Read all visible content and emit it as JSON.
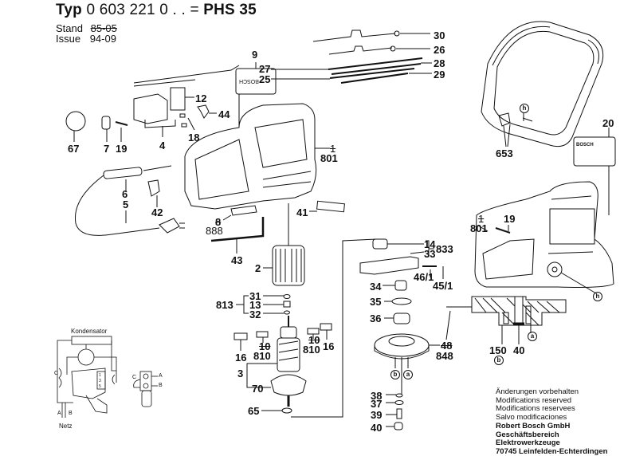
{
  "header": {
    "typ_label": "Typ",
    "typ_number_bold": "0 603 221",
    "typ_suffix": "0 . .",
    "equals": "=",
    "model": "PHS 35",
    "stand_label": "Stand",
    "stand_value": "85-05",
    "issue_label": "Issue",
    "issue_value": "94-09"
  },
  "parts": {
    "p30": "30",
    "p26": "26",
    "p27": "27",
    "p28": "28",
    "p25": "25",
    "p29": "29",
    "p9": "9",
    "p12": "12",
    "p44": "44",
    "p18": "18",
    "p4": "4",
    "p67": "67",
    "p7": "7",
    "p19": "19",
    "p801": "801",
    "p1x": "1",
    "p6": "6",
    "p42": "42",
    "p5": "5",
    "p8x": "8",
    "p888": "888",
    "p41": "41",
    "p43": "43",
    "p2": "2",
    "p31": "31",
    "p13": "13",
    "p32": "32",
    "p813": "813",
    "p16a": "16",
    "p10a": "10",
    "p810a": "810",
    "p10b": "10",
    "p810b": "810",
    "p16b": "16",
    "p3": "3",
    "p70": "70",
    "p65": "65",
    "p14": "14",
    "p33": "33",
    "p833": "833",
    "p46_1": "46/1",
    "p45_1": "45/1",
    "p34": "34",
    "p35": "35",
    "p36": "36",
    "p48x": "48",
    "p848": "848",
    "p38": "38",
    "p37": "37",
    "p39": "39",
    "p40": "40",
    "p653": "653",
    "p20": "20",
    "p19r": "19",
    "p1xr": "1",
    "p801r": "801",
    "p150": "150",
    "p40r": "40"
  },
  "markers": {
    "a": "a",
    "b": "b",
    "h": "h"
  },
  "plate_text": {
    "bosch_left": "BOSCH",
    "bosch_right": "BOSCH"
  },
  "schematic": {
    "capacitor_label": "Kondensator",
    "mains_label": "Netz",
    "terminal_a": "A",
    "terminal_b": "B",
    "terminal_c": "C",
    "switch_terminals": [
      "1",
      "3",
      "5"
    ]
  },
  "notes": {
    "lines": [
      "Änderungen vorbehalten",
      "Modifications reserved",
      "Modifications reservees",
      "Salvo modificaciones"
    ],
    "company": "Robert Bosch GmbH",
    "division": "Geschäftsbereich Elektrowerkzeuge",
    "address": "70745 Leinfelden-Echterdingen"
  }
}
